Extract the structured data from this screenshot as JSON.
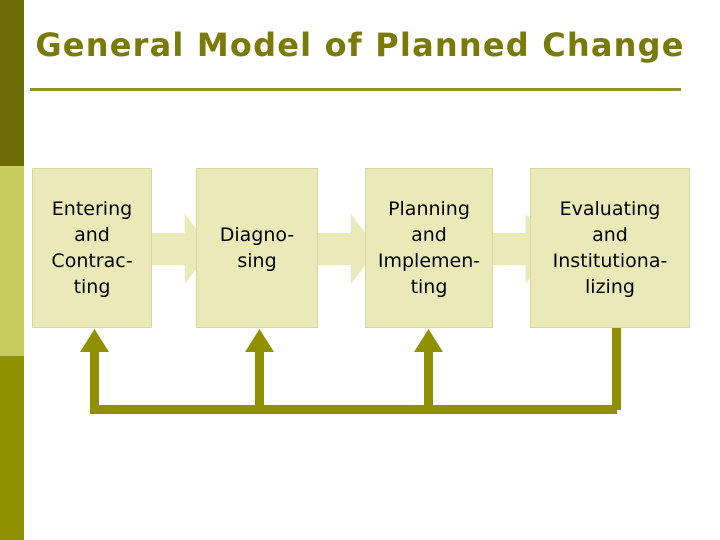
{
  "slide": {
    "title": "General Model of Planned Change",
    "background_color": "#FFFFFF",
    "title_color": "#7A7A0A",
    "rule_color": "#919130"
  },
  "sidebar": {
    "bands": [
      {
        "name": "band-top",
        "color": "#6B6B06"
      },
      {
        "name": "band-middle",
        "color": "#C8CC5E"
      },
      {
        "name": "band-bottom",
        "color": "#919100"
      }
    ]
  },
  "diagram": {
    "box_fill_color": "#EAE9B8",
    "arrow_fill_color": "#EAE9B8",
    "feedback_color": "#919100",
    "boxes": [
      {
        "label": "Entering\nand\nContrac-\nting"
      },
      {
        "label": "Diagno-\nsing"
      },
      {
        "label": "Planning\nand\nImplemen-\nting"
      },
      {
        "label": "Evaluating\nand\nInstitutiona-\nlizing"
      }
    ],
    "connectors": [
      {
        "name": "arrow-entering-to-diagnosing"
      },
      {
        "name": "arrow-diagnosing-to-planning"
      },
      {
        "name": "arrow-planning-to-evaluating"
      }
    ],
    "feedback_targets": [
      {
        "name": "feedback-arrow-to-entering"
      },
      {
        "name": "feedback-arrow-to-diagnosing"
      },
      {
        "name": "feedback-arrow-to-planning"
      }
    ]
  }
}
